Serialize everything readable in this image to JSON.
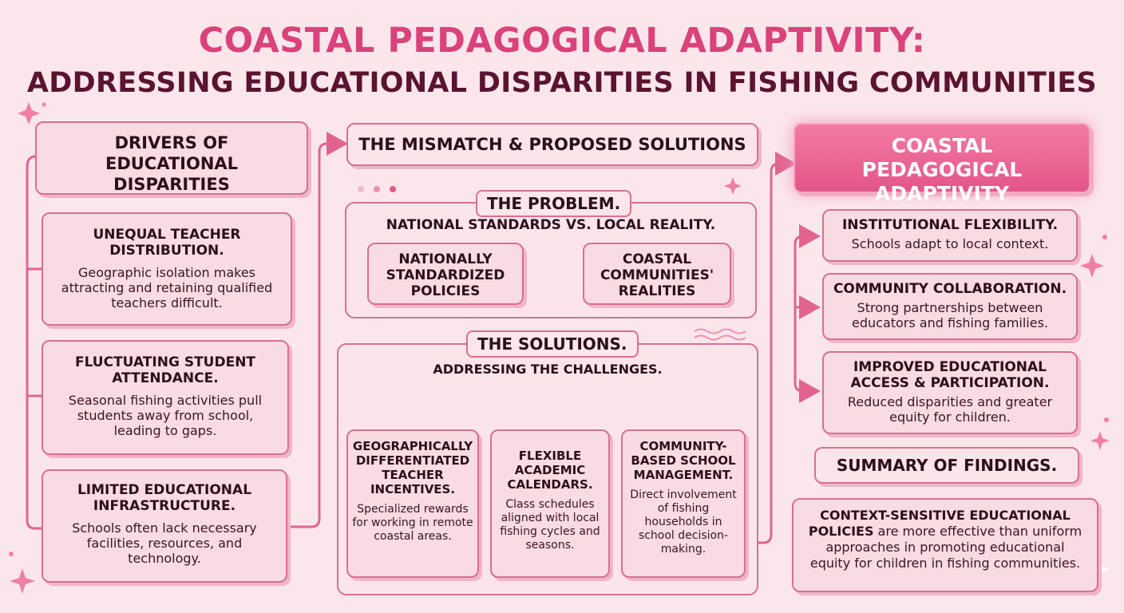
{
  "title": {
    "line1": "COASTAL PEDAGOGICAL ADAPTIVITY:",
    "line2": "ADDRESSING EDUCATIONAL DISPARITIES IN FISHING COMMUNITIES"
  },
  "drivers": {
    "header": "DRIVERS OF EDUCATIONAL DISPARITIES",
    "items": [
      {
        "title": "UNEQUAL TEACHER DISTRIBUTION.",
        "body": "Geographic isolation makes attracting and retaining qualified teachers difficult."
      },
      {
        "title": "FLUCTUATING STUDENT ATTENDANCE.",
        "body": "Seasonal fishing activities pull students away from school, leading to gaps."
      },
      {
        "title": "LIMITED EDUCATIONAL INFRASTRUCTURE.",
        "body": "Schools often lack necessary facilities, resources, and technology."
      }
    ]
  },
  "mismatch": {
    "header": "THE MISMATCH & PROPOSED SOLUTIONS",
    "problem": {
      "label": "THE PROBLEM.",
      "subtitle": "NATIONAL STANDARDS VS. LOCAL REALITY.",
      "left": "NATIONALLY STANDARDIZED POLICIES",
      "right": "COASTAL COMMUNITIES' REALITIES"
    },
    "solutions": {
      "label": "THE SOLUTIONS.",
      "subtitle": "ADDRESSING THE CHALLENGES.",
      "items": [
        {
          "title": "GEOGRAPHICALLY DIFFERENTIATED TEACHER INCENTIVES.",
          "body": "Specialized rewards for working in remote coastal areas."
        },
        {
          "title": "FLEXIBLE ACADEMIC CALENDARS.",
          "body": "Class schedules aligned with local fishing cycles and seasons."
        },
        {
          "title": "COMMUNITY-BASED SCHOOL MANAGEMENT.",
          "body": "Direct involvement of fishing households in school decision-making."
        }
      ]
    }
  },
  "adaptivity": {
    "header": "COASTAL PEDAGOGICAL ADAPTIVITY",
    "items": [
      {
        "title": "INSTITUTIONAL FLEXIBILITY.",
        "body": "Schools adapt to local context."
      },
      {
        "title": "COMMUNITY COLLABORATION.",
        "body": "Strong partnerships between educators and fishing families."
      },
      {
        "title": "IMPROVED EDUCATIONAL ACCESS & PARTICIPATION.",
        "body": "Reduced disparities and greater equity for children."
      }
    ],
    "summary_header": "SUMMARY OF FINDINGS.",
    "summary_bold": "CONTEXT-SENSITIVE EDUCATIONAL POLICIES",
    "summary_rest": " are more effective than uniform approaches in promoting educational equity for children in fishing communities."
  },
  "colors": {
    "background": "#fbe6ec",
    "accent": "#d9427a",
    "dark": "#5a1330",
    "card": "#f9dbe3",
    "border": "#d96f92"
  }
}
